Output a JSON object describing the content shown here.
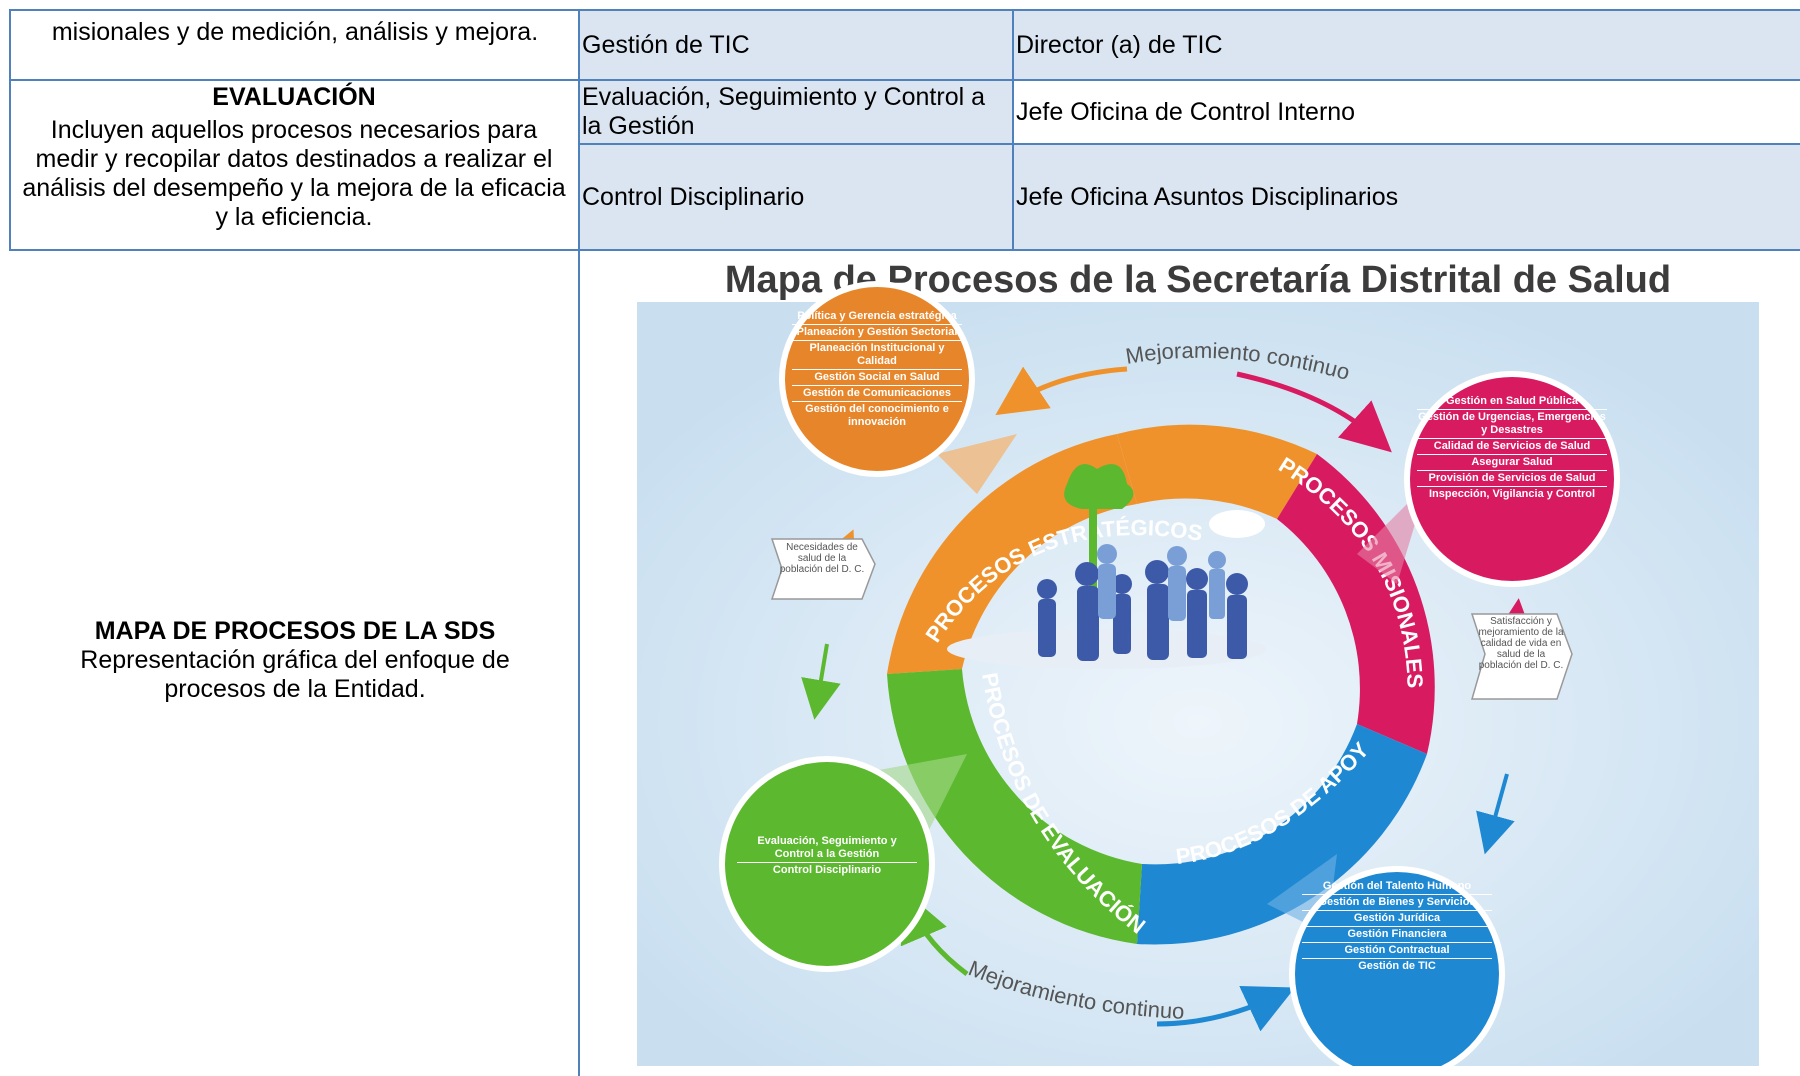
{
  "rows": {
    "tic": {
      "desc_tail": "misionales y de medición, análisis y mejora.",
      "process": "Gestión de TIC",
      "owner": "Director (a) de TIC"
    },
    "evaluacion": {
      "title": "EVALUACIÓN",
      "desc": "Incluyen aquellos procesos necesarios para medir y recopilar datos destinados a realizar el análisis del desempeño y la mejora de la eficacia y la eficiencia.",
      "items": [
        {
          "process": "Evaluación, Seguimiento y Control a la Gestión",
          "owner": "Jefe Oficina de Control Interno"
        },
        {
          "process": "Control Disciplinario",
          "owner": "Jefe Oficina Asuntos Disciplinarios"
        }
      ]
    },
    "mapa": {
      "title": "MAPA DE PROCESOS DE LA SDS",
      "desc": "Representación gráfica del enfoque de procesos de la Entidad."
    }
  },
  "map": {
    "title": "Mapa de Procesos de la Secretaría Distrital de Salud",
    "arc_top": "Mejoramiento continuo",
    "arc_bottom": "Mejoramiento continuo",
    "ring": {
      "estrategicos": "PROCESOS ESTRATÉGICOS",
      "misionales": "PROCESOS MISIONALES",
      "apoyo": "PROCESOS DE APOYO",
      "evaluacion": "PROCESOS DE EVALUACIÓN"
    },
    "colors": {
      "orange": "#f0922b",
      "magenta": "#d81b60",
      "blue": "#1e88d2",
      "green": "#5cb82f",
      "bg": "#c9dff0"
    },
    "estrategicos_items": [
      "Política y Gerencia estratégica",
      "Planeación y Gestión Sectorial",
      "Planeación Institucional y Calidad",
      "Gestión Social en Salud",
      "Gestión de Comunicaciones",
      "Gestión del conocimiento e innovación"
    ],
    "misionales_items": [
      "Gestión en Salud Pública",
      "Gestión de Urgencias, Emergencias y Desastres",
      "Calidad de Servicios de Salud",
      "Asegurar Salud",
      "Provisión de Servicios de Salud",
      "Inspección, Vigilancia y Control"
    ],
    "apoyo_items": [
      "Gestión del Talento Humano",
      "Gestión de Bienes y Servicios",
      "Gestión Jurídica",
      "Gestión Financiera",
      "Gestión Contractual",
      "Gestión de TIC"
    ],
    "evaluacion_items": [
      "Evaluación, Seguimiento y Control a la Gestión",
      "Control Disciplinario"
    ],
    "input_note": "Necesidades de salud de la población del D. C.",
    "output_note": "Satisfacción y mejoramiento de la calidad de vida en salud de la población del D. C."
  }
}
